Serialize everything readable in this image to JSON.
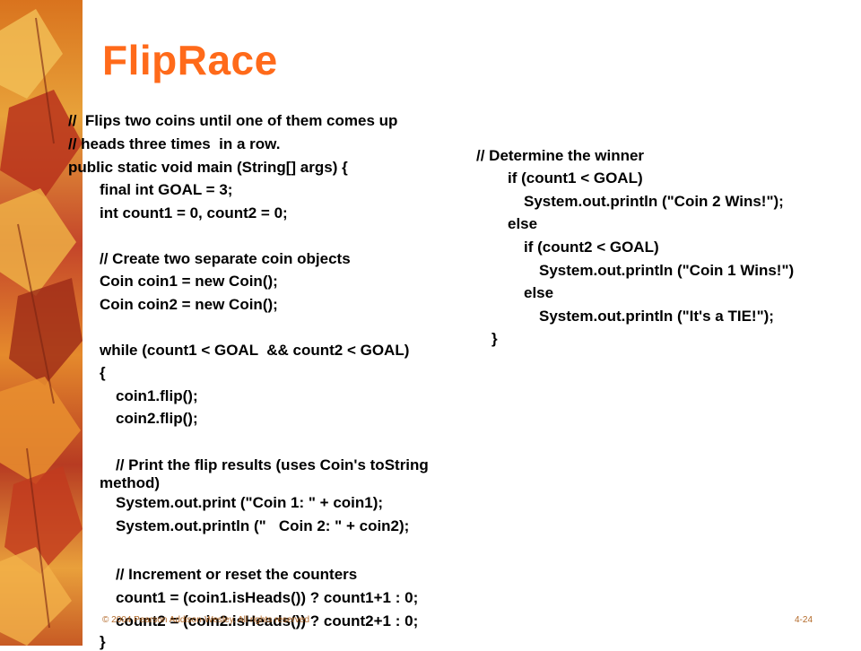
{
  "slide": {
    "title": "FlipRace",
    "left_code": [
      "//  Flips two coins until one of them comes up",
      "// heads three times  in a row.",
      "public static void main (String[] args) {",
      "final int GOAL = 3;",
      "int count1 = 0, count2 = 0;",
      "// Create two separate coin objects",
      "Coin coin1 = new Coin();",
      "Coin coin2 = new Coin();",
      "while (count1 < GOAL  && count2 < GOAL)",
      "{",
      "coin1.flip();",
      "coin2.flip();",
      "// Print the flip results (uses Coin's toString",
      "method)",
      "System.out.print (\"Coin 1: \" + coin1);",
      "System.out.println (\"   Coin 2: \" + coin2);",
      "// Increment or reset the counters",
      "count1 = (coin1.isHeads()) ? count1+1 : 0;",
      "count2 = (coin2.isHeads()) ? count2+1 : 0;",
      "}"
    ],
    "right_code": [
      "// Determine the winner",
      "if (count1 < GOAL)",
      "System.out.println (\"Coin 2 Wins!\");",
      "else",
      "if (count2 < GOAL)",
      "System.out.println (\"Coin 1 Wins!\")",
      "else",
      "System.out.println (\"It's a TIE!\");",
      "}"
    ],
    "footer_left": "© 2004 Pearson Addison-Wesley. All rights reserved",
    "footer_right": "4-24"
  }
}
